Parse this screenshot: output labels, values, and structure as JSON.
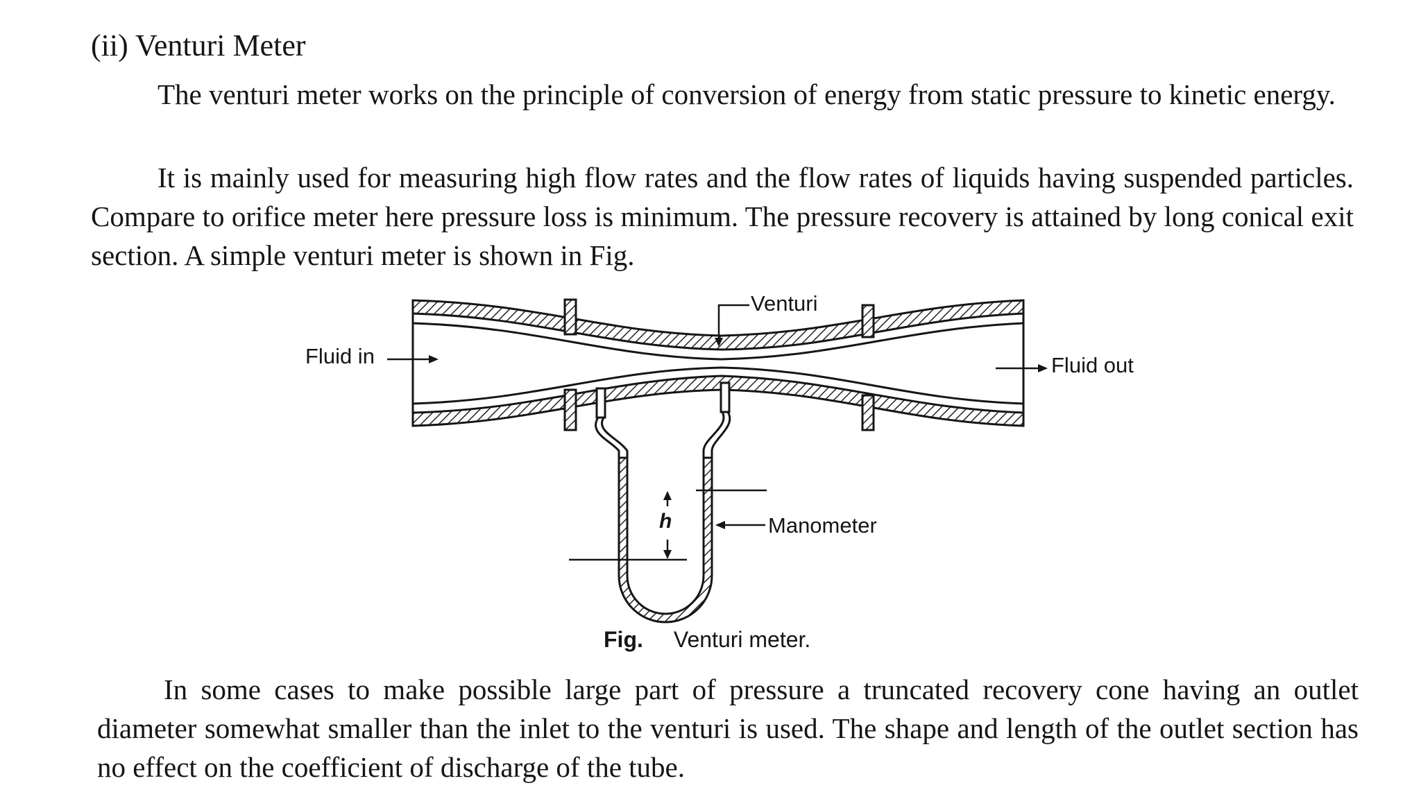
{
  "section": {
    "heading": "(ii) Venturi Meter"
  },
  "paragraphs": {
    "p1": "The venturi meter works on the principle of conversion of energy from static pressure to kinetic energy.",
    "p2": "It is mainly used for measuring high flow rates and the flow rates of liquids having suspended particles. Compare to orifice meter here pressure loss is minimum. The pressure recovery is attained by long conical exit section. A simple venturi meter is shown in Fig.",
    "p3": "In some cases to make possible large part of pressure a truncated recovery cone having an outlet diameter somewhat smaller than the inlet to the venturi is used. The shape and length of the outlet section has no effect on the coefficient of discharge of the tube."
  },
  "figure": {
    "labels": {
      "venturi": "Venturi",
      "fluid_in": "Fluid in",
      "fluid_out": "Fluid out",
      "h": "h",
      "manometer": "Manometer"
    },
    "caption": {
      "label": "Fig.",
      "text": "Venturi meter."
    }
  }
}
